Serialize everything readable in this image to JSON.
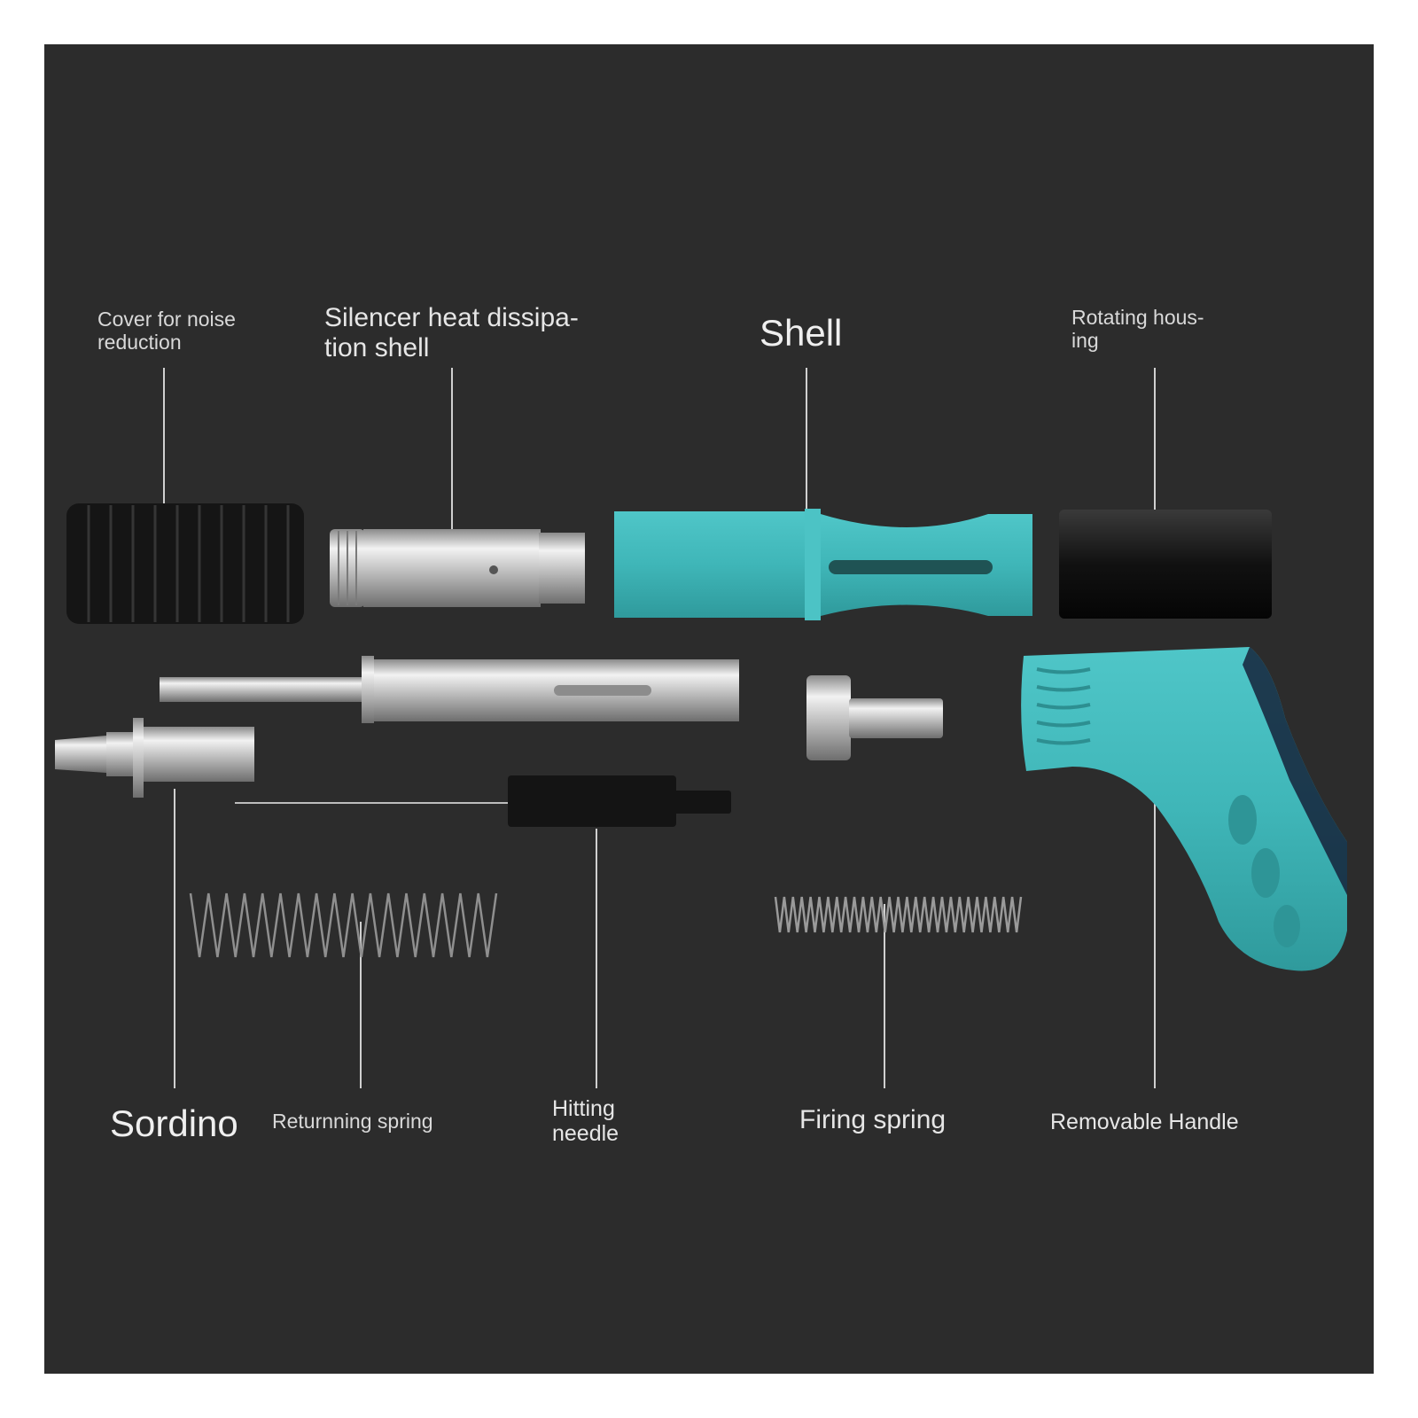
{
  "colors": {
    "background": "#2c2c2c",
    "frame": "#ffffff",
    "teal": "#3fb6b8",
    "leader": "#d0d0d0"
  },
  "labels": {
    "cover": "Cover for noise reduction",
    "silencer": "Silencer heat dissipa- tion shell",
    "shell": "Shell",
    "rotating": "Rotating hous- ing",
    "sordino": "Sordino",
    "returning_spring": "Returnning spring",
    "hitting_needle": "Hitting needle",
    "firing_spring": "Firing spring",
    "removable_handle": "Removable Handle"
  }
}
